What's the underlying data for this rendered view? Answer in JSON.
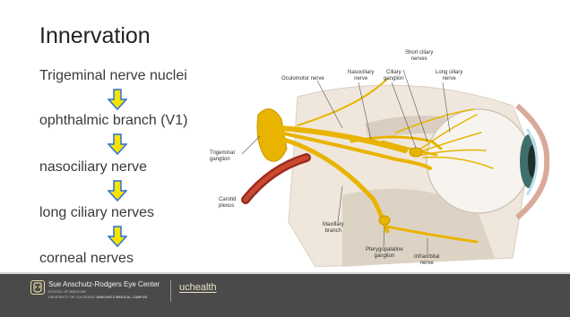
{
  "slide": {
    "title": "Innervation",
    "flow": [
      "Trigeminal nerve nuclei",
      "ophthalmic branch (V1)",
      "nasociliary nerve",
      "long ciliary nerves",
      "corneal nerves"
    ],
    "arrow_icon": "down-arrow-icon",
    "colors": {
      "arrow_fill": "#f6e300",
      "arrow_outline": "#2a6fd8",
      "footer_bg": "#4a4a4a",
      "nerve": "#e8b400"
    }
  },
  "illustration": {
    "labels": {
      "oculomotor": "Oculomotor nerve",
      "nasociliary": "Nasociliary\nnerve",
      "ciliary_ganglion": "Ciliary\nganglion",
      "short_ciliary": "Short ciliary\nnerves",
      "long_ciliary": "Long ciliary\nnerve",
      "trigeminal_ganglion": "Trigeminal\nganglion",
      "carotid_plexus": "Carotid\nplexus",
      "maxillary_branch": "Maxillary\nbranch",
      "pterygopalatine": "Pterygopalatine\nganglion",
      "infraorbital": "Infraorbital\nnerve"
    }
  },
  "footer": {
    "org": "Sue Anschutz-Rodgers Eye Center",
    "school": "SCHOOL OF MEDICINE",
    "university_prefix": "UNIVERSITY OF COLORADO",
    "campus": "ANSCHUTZ MEDICAL CAMPUS",
    "brand": "uchealth"
  }
}
